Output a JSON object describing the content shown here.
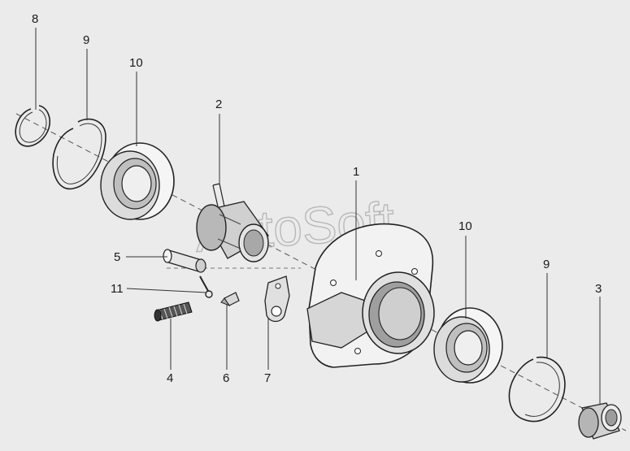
{
  "diagram": {
    "watermark": "AutoSoft",
    "callouts": {
      "ring_top": "8",
      "circlip_top": "9",
      "bearing_top": "10",
      "bushing": "2",
      "housing": "1",
      "bearing_right": "10",
      "circlip_right": "9",
      "cap": "3",
      "pin": "5",
      "cotter": "11",
      "spring": "4",
      "plunger": "6",
      "lever": "7"
    }
  }
}
